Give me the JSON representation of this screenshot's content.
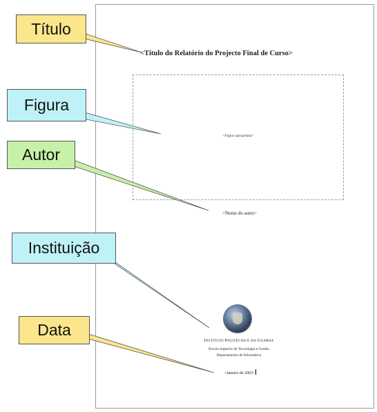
{
  "document": {
    "title": "<Título do Relatório do Projecto Final de Curso>",
    "figure_caption": "<Figura apropriada>",
    "author": "<Nome do autor>",
    "institution": {
      "name": "Instituto Politécnico da Guarda",
      "school": "Escola Superior de Tecnologia e Gestão",
      "department": "Departamento de Informática"
    },
    "date": "<Janeiro de 2003>"
  },
  "callouts": {
    "titulo": "Título",
    "figura": "Figura",
    "autor": "Autor",
    "instituicao": "Instituição",
    "data": "Data"
  },
  "colors": {
    "yellow": "#fbe68c",
    "cyan": "#bff2f8",
    "green": "#c7f0a8"
  }
}
